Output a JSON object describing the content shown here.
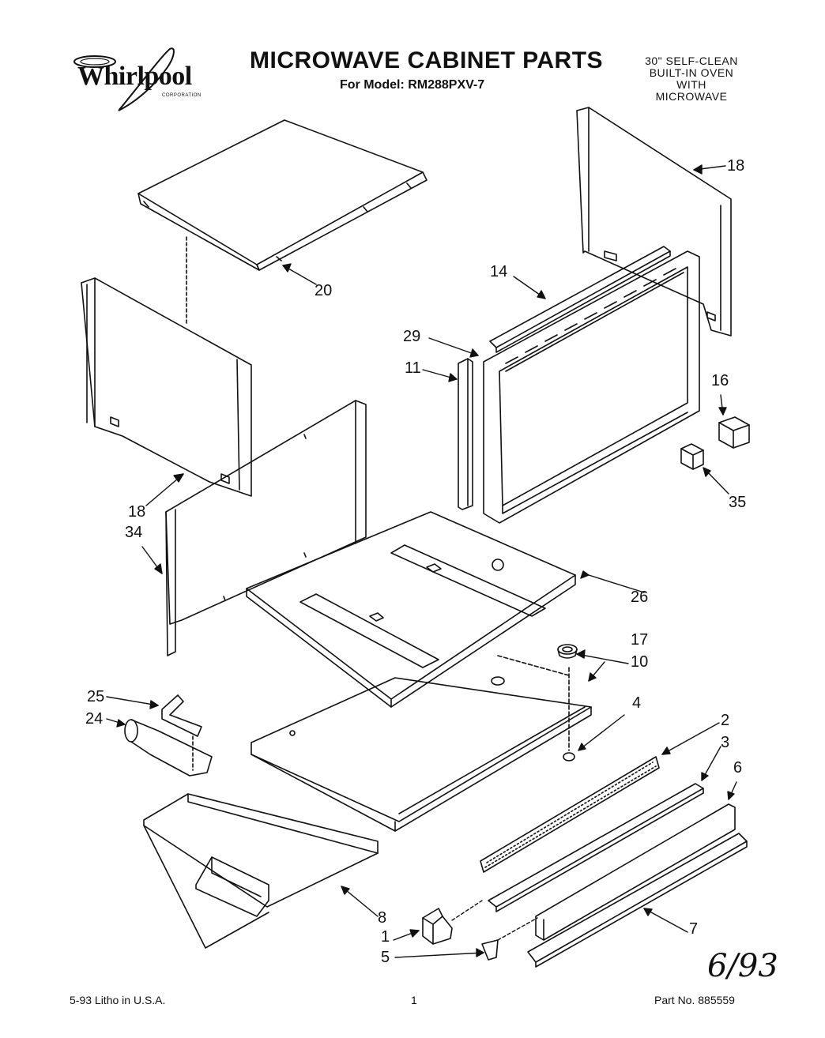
{
  "header": {
    "brand": "Whirlpool",
    "brand_sub": "CORPORATION",
    "title": "MICROWAVE CABINET PARTS",
    "model_label": "For Model:",
    "model_number": "RM288PXV-7",
    "description": [
      "30\" SELF-CLEAN",
      "BUILT-IN OVEN",
      "WITH",
      "MICROWAVE"
    ]
  },
  "callouts": {
    "c20": "20",
    "c18a": "18",
    "c14": "14",
    "c29": "29",
    "c11": "11",
    "c16": "16",
    "c35": "35",
    "c18b": "18",
    "c34": "34",
    "c26": "26",
    "c17": "17",
    "c10": "10",
    "c25": "25",
    "c24": "24",
    "c4": "4",
    "c2": "2",
    "c3": "3",
    "c6": "6",
    "c8": "8",
    "c1": "1",
    "c7": "7",
    "c5": "5"
  },
  "handwriting": "6/93",
  "footer": {
    "litho": "5-93  Litho in U.S.A.",
    "page": "1",
    "part_number": "Part No. 885559"
  }
}
